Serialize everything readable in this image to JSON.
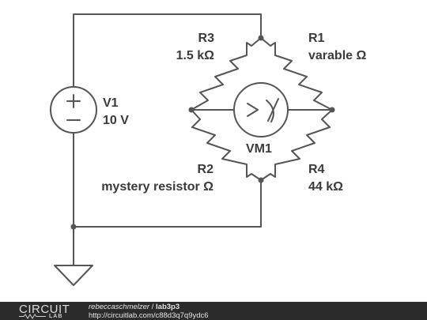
{
  "components": {
    "v1": {
      "ref": "V1",
      "value": "10 V"
    },
    "r1": {
      "ref": "R1",
      "value": "varable Ω"
    },
    "r2": {
      "ref": "R2",
      "value": "mystery resistor Ω"
    },
    "r3": {
      "ref": "R3",
      "value": "1.5 kΩ"
    },
    "r4": {
      "ref": "R4",
      "value": "44 kΩ"
    },
    "vm1": {
      "ref": "VM1"
    }
  },
  "footer": {
    "logo_top": "CIRCUIT",
    "logo_bottom": "LAB",
    "author": "rebeccaschmelzer",
    "separator": " / ",
    "project": "lab3p3",
    "url": "http://circuitlab.com/c88d3q7q9ydc6"
  }
}
